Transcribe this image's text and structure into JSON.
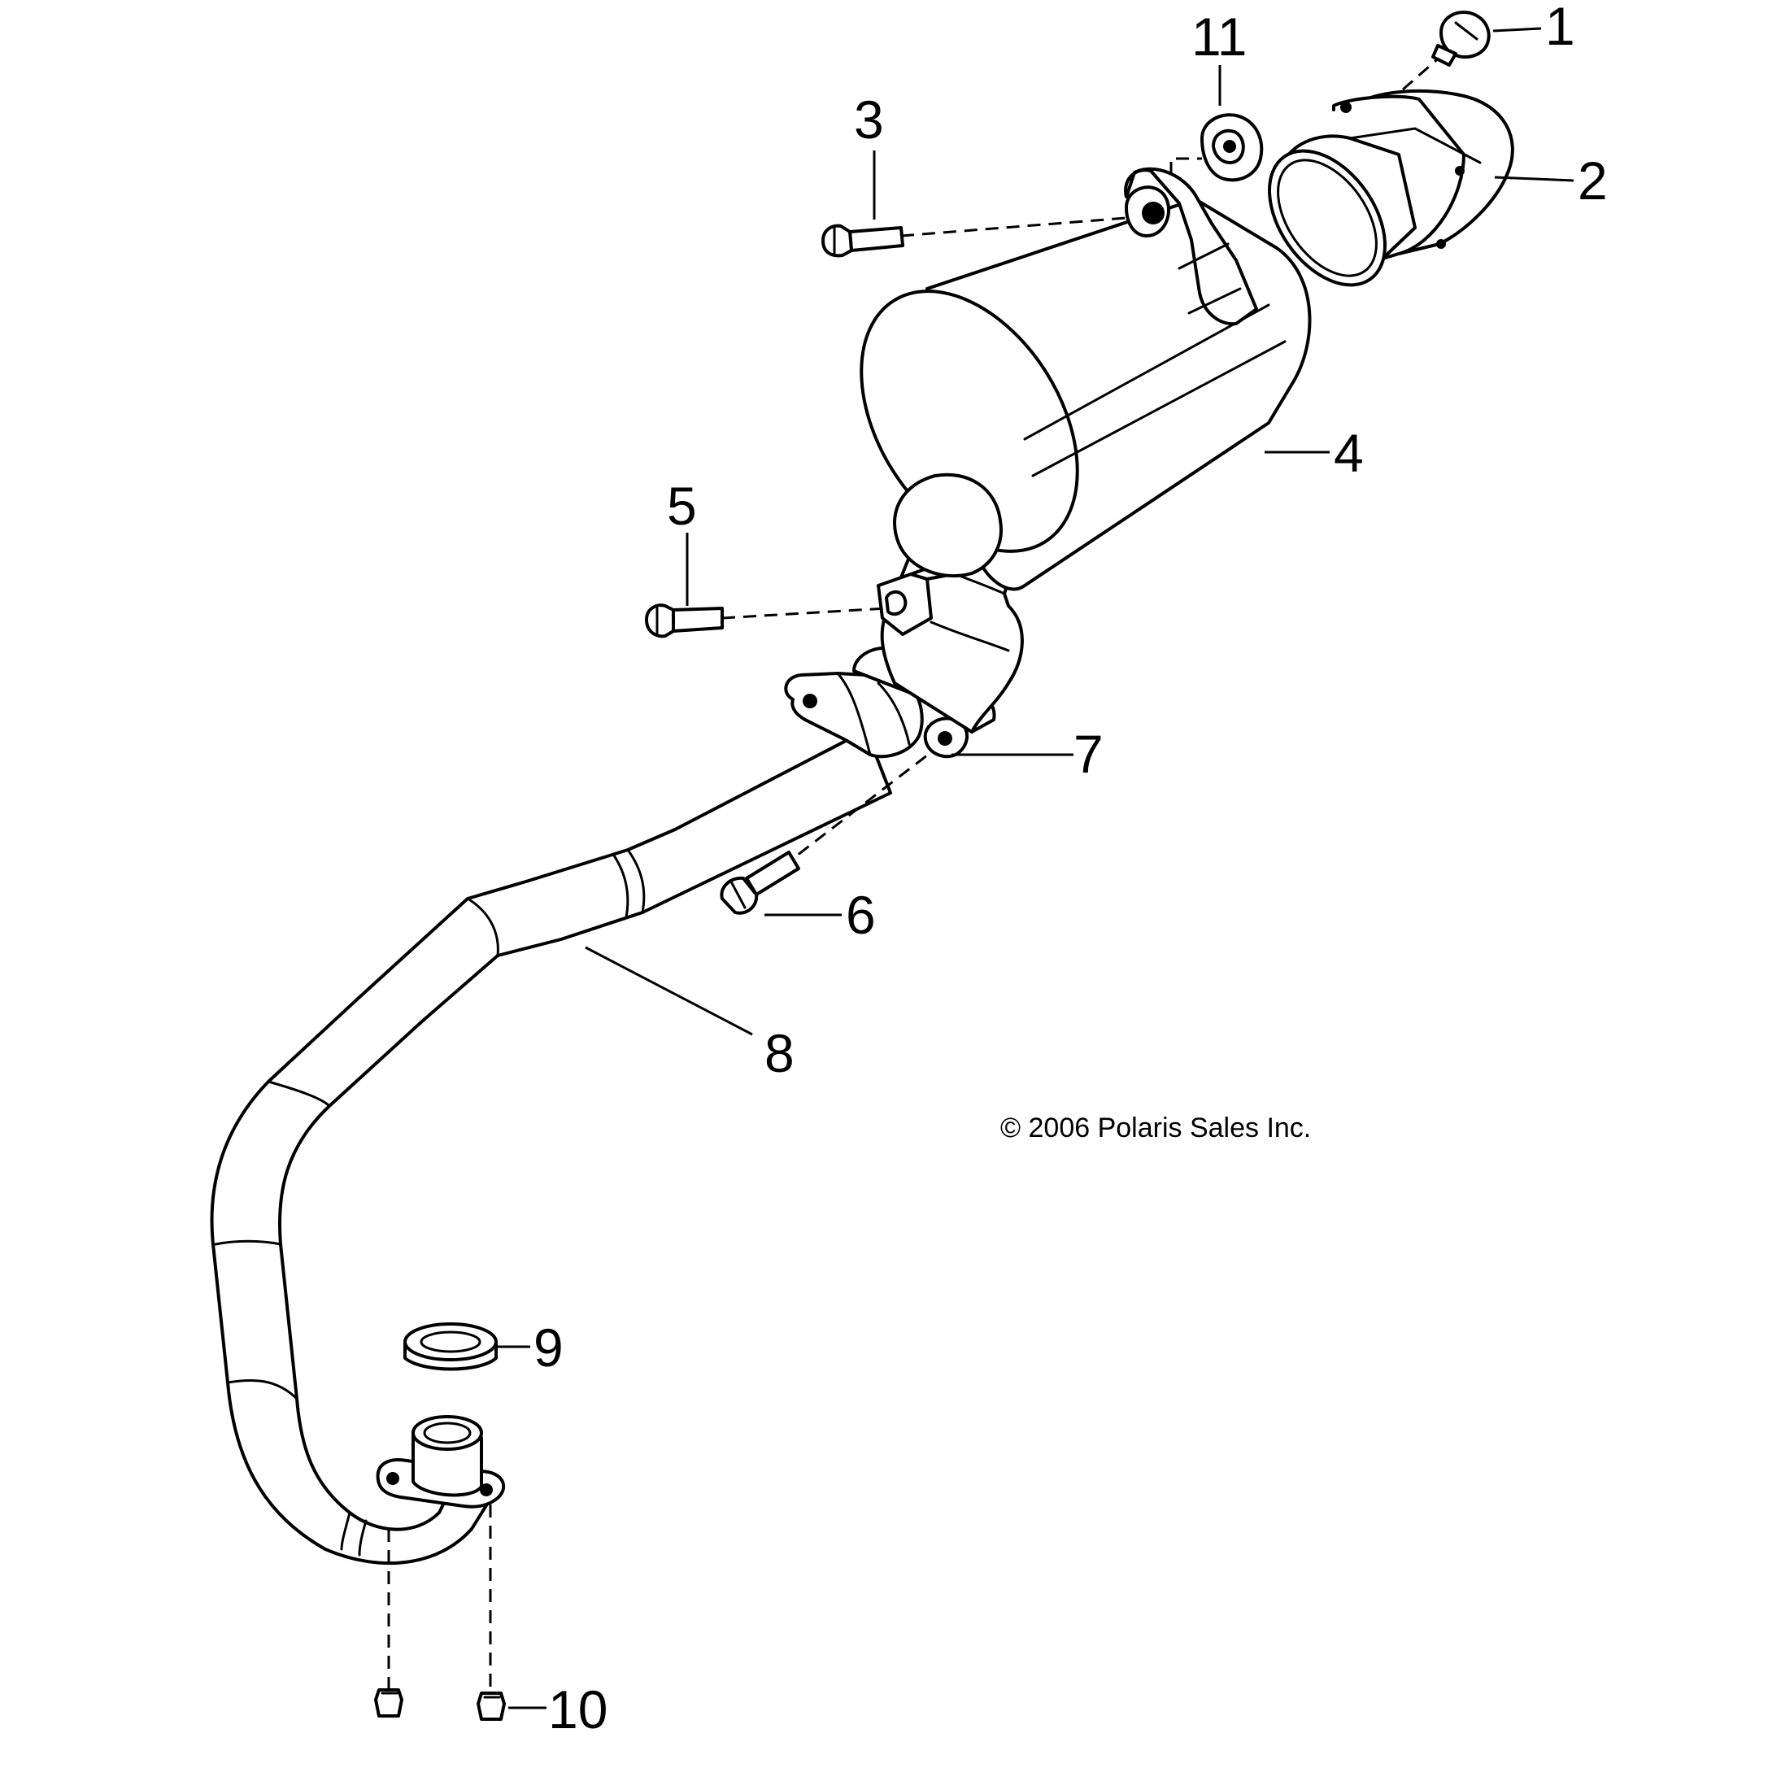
{
  "diagram": {
    "copyright": "© 2006 Polaris Sales Inc.",
    "callouts": [
      {
        "id": "1",
        "label": "1"
      },
      {
        "id": "2",
        "label": "2"
      },
      {
        "id": "3",
        "label": "3"
      },
      {
        "id": "4",
        "label": "4"
      },
      {
        "id": "5",
        "label": "5"
      },
      {
        "id": "6",
        "label": "6"
      },
      {
        "id": "7",
        "label": "7"
      },
      {
        "id": "8",
        "label": "8"
      },
      {
        "id": "9",
        "label": "9"
      },
      {
        "id": "10",
        "label": "10"
      },
      {
        "id": "11",
        "label": "11"
      }
    ]
  }
}
